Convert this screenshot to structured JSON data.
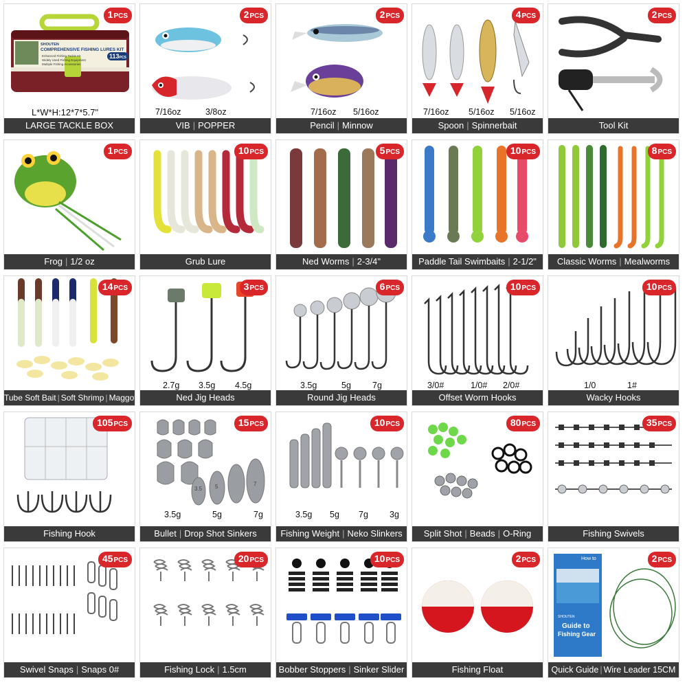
{
  "cells": [
    {
      "id": "tackle-box",
      "count": "1",
      "pcs": "PCS",
      "captions": [
        "LARGE TACKLE BOX"
      ],
      "notes": [
        "L*W*H:12*7*5.7\""
      ],
      "box_label": {
        "brand": "SHOUTEN",
        "title": "COMPREHENSIVE FISHING LURES KIT",
        "items": [
          "Enhanced Fishing Tackle Kit",
          "Widely Used Fishing Equipment",
          "Multiple Fishing Accessories"
        ],
        "count": "113",
        "count_unit": "PCS"
      }
    },
    {
      "id": "vib-popper",
      "count": "2",
      "pcs": "PCS",
      "captions": [
        "VIB",
        "POPPER"
      ],
      "notes": [
        "7/16oz",
        "3/8oz"
      ]
    },
    {
      "id": "pencil-minnow",
      "count": "2",
      "pcs": "PCS",
      "captions": [
        "Pencil",
        "Minnow"
      ],
      "notes": [
        "7/16oz",
        "5/16oz"
      ]
    },
    {
      "id": "spoon-spinnerbait",
      "count": "4",
      "pcs": "PCS",
      "captions": [
        "Spoon",
        "Spinnerbait"
      ],
      "notes": [
        "7/16oz",
        "5/16oz",
        "5/16oz"
      ]
    },
    {
      "id": "tool-kit",
      "count": "2",
      "pcs": "PCS",
      "captions": [
        "Tool Kit"
      ],
      "notes": []
    },
    {
      "id": "frog",
      "count": "1",
      "pcs": "PCS",
      "captions": [
        "Frog",
        "1/2 oz"
      ],
      "notes": []
    },
    {
      "id": "grub-lure",
      "count": "10",
      "pcs": "PCS",
      "captions": [
        "Grub Lure"
      ],
      "notes": []
    },
    {
      "id": "ned-worms",
      "count": "5",
      "pcs": "PCS",
      "captions": [
        "Ned Worms",
        "2-3/4\""
      ],
      "notes": []
    },
    {
      "id": "paddle-tail",
      "count": "10",
      "pcs": "PCS",
      "captions": [
        "Paddle Tail Swimbaits",
        "2-1/2\""
      ],
      "notes": []
    },
    {
      "id": "classic-worms",
      "count": "8",
      "pcs": "PCS",
      "captions": [
        "Classic Worms",
        "Mealworms"
      ],
      "notes": []
    },
    {
      "id": "tube-bait",
      "count": "14",
      "pcs": "PCS",
      "captions": [
        "Tube Soft Bait",
        "Soft Shrimp",
        "Maggot"
      ],
      "notes": []
    },
    {
      "id": "ned-jig-heads",
      "count": "3",
      "pcs": "PCS",
      "captions": [
        "Ned Jig Heads"
      ],
      "notes": [
        "2.7g",
        "3.5g",
        "4.5g"
      ]
    },
    {
      "id": "round-jig-heads",
      "count": "6",
      "pcs": "PCS",
      "captions": [
        "Round Jig Heads"
      ],
      "notes": [
        "3.5g",
        "5g",
        "7g"
      ]
    },
    {
      "id": "offset-worm-hooks",
      "count": "10",
      "pcs": "PCS",
      "captions": [
        "Offset Worm Hooks"
      ],
      "notes": [
        "3/0#",
        "1/0#",
        "2/0#"
      ]
    },
    {
      "id": "wacky-hooks",
      "count": "10",
      "pcs": "PCS",
      "captions": [
        "Wacky Hooks"
      ],
      "notes": [
        "1/0",
        "1#"
      ]
    },
    {
      "id": "fishing-hook",
      "count": "105",
      "pcs": "PCS",
      "captions": [
        "Fishing Hook"
      ],
      "notes": []
    },
    {
      "id": "sinkers",
      "count": "15",
      "pcs": "PCS",
      "captions": [
        "Bullet",
        "Drop Shot Sinkers"
      ],
      "notes": [
        "3.5g",
        "5g",
        "7g"
      ],
      "sinker_marks": [
        "3.5",
        "5",
        "7"
      ]
    },
    {
      "id": "fishing-weight",
      "count": "10",
      "pcs": "PCS",
      "captions": [
        "Fishing Weight",
        "Neko Slinkers"
      ],
      "notes": [
        "3.5g",
        "5g",
        "7g",
        "3g"
      ]
    },
    {
      "id": "split-shot",
      "count": "80",
      "pcs": "PCS",
      "captions": [
        "Split Shot",
        "Beads",
        "O-Ring"
      ],
      "notes": []
    },
    {
      "id": "fishing-swivels",
      "count": "35",
      "pcs": "PCS",
      "captions": [
        "Fishing Swivels"
      ],
      "notes": []
    },
    {
      "id": "swivel-snaps",
      "count": "45",
      "pcs": "PCS",
      "captions": [
        "Swivel Snaps",
        "Snaps 0#"
      ],
      "notes": []
    },
    {
      "id": "fishing-lock",
      "count": "20",
      "pcs": "PCS",
      "captions": [
        "Fishing Lock",
        "1.5cm"
      ],
      "notes": []
    },
    {
      "id": "bobber-stoppers",
      "count": "10",
      "pcs": "PCS",
      "captions": [
        "Bobber Stoppers",
        "Sinker Slider"
      ],
      "notes": []
    },
    {
      "id": "fishing-float",
      "count": "2",
      "pcs": "PCS",
      "captions": [
        "Fishing Float"
      ],
      "notes": []
    },
    {
      "id": "quick-guide",
      "count": "2",
      "pcs": "PCS",
      "captions": [
        "Quick Guide",
        "Wire Leader 15CM"
      ],
      "notes": [],
      "guide_text": {
        "header": "How to",
        "title_a": "Guide to",
        "title_b": "Fishing Gear",
        "brand": "SHOUTEN"
      }
    }
  ]
}
